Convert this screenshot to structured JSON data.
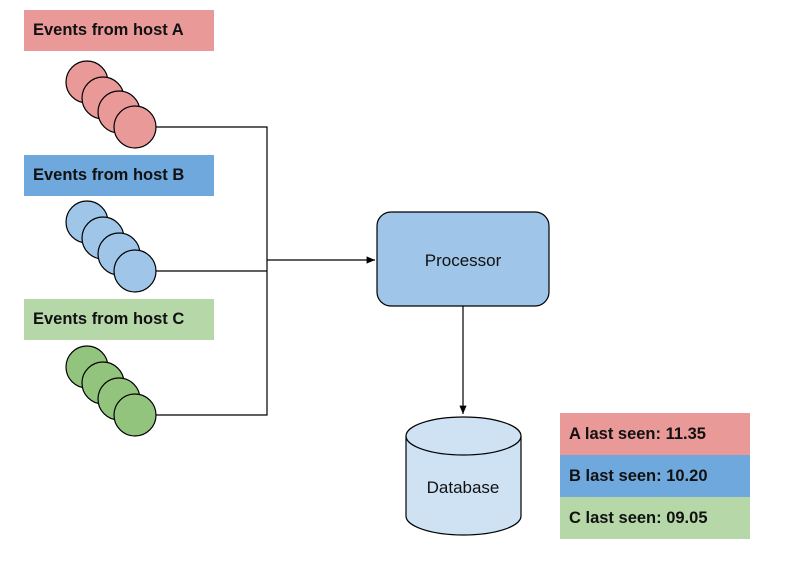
{
  "colors": {
    "host_a": "#ea9999",
    "host_b": "#6fa8dc",
    "host_c": "#b6d7a8",
    "circle_a": "#ea9999",
    "circle_b": "#9fc5e8",
    "circle_c": "#93c47d",
    "processor": "#9fc5e8",
    "database": "#cfe2f3",
    "stroke": "#000000"
  },
  "sources": [
    {
      "label": "Events from host A"
    },
    {
      "label": "Events from host B"
    },
    {
      "label": "Events from host C"
    }
  ],
  "processor": {
    "label": "Processor"
  },
  "database": {
    "label": "Database"
  },
  "legend": [
    {
      "text": "A last seen: 11.35"
    },
    {
      "text": "B last seen: 10.20"
    },
    {
      "text": "C last seen: 09.05"
    }
  ]
}
